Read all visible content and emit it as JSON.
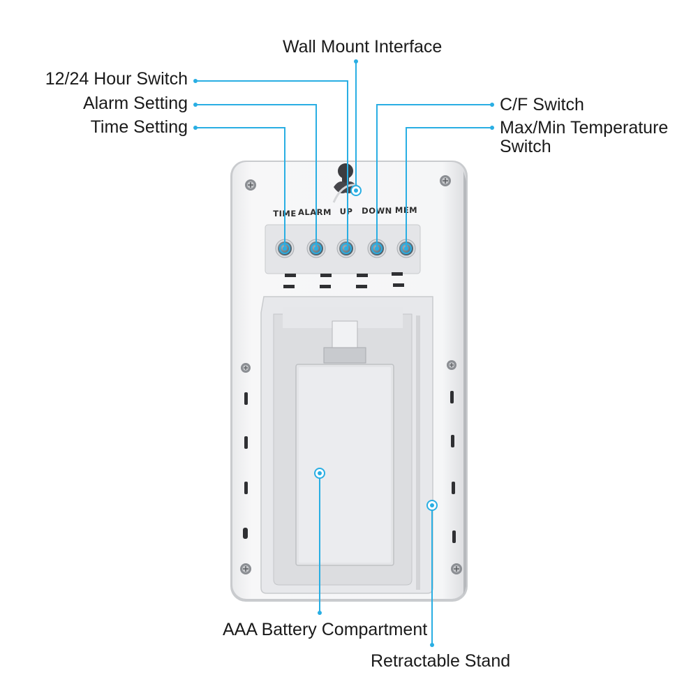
{
  "callouts": {
    "wall_mount": "Wall Mount Interface",
    "hour_switch": "12/24 Hour Switch",
    "alarm_setting": "Alarm Setting",
    "time_setting": "Time Setting",
    "cf_switch": "C/F Switch",
    "maxmin_line1": "Max/Min Temperature",
    "maxmin_line2": "Switch",
    "battery": "AAA Battery Compartment",
    "stand": "Retractable Stand"
  },
  "buttons": [
    "TIME",
    "ALARM",
    "UP",
    "DOWN",
    "MEM"
  ],
  "colors": {
    "accent": "#29aee3",
    "device_body": "#f3f4f6",
    "button": "#5b6f7a"
  }
}
